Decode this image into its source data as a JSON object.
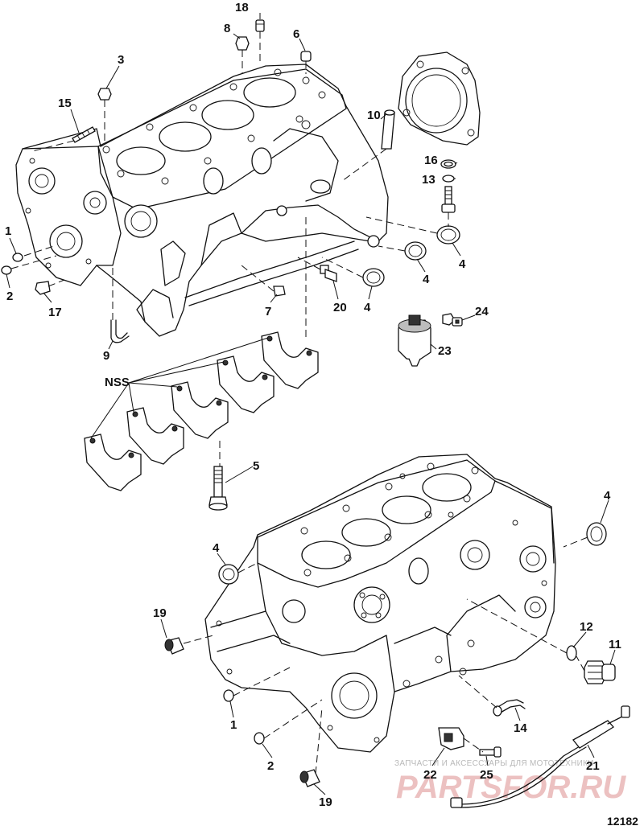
{
  "figure_number": "12182",
  "callouts": {
    "c18": "18",
    "c8": "8",
    "c6": "6",
    "c3": "3",
    "c15": "15",
    "c10": "10",
    "c16": "16",
    "c13": "13",
    "c1a": "1",
    "c2a": "2",
    "c17": "17",
    "c4a": "4",
    "c4b": "4",
    "c4c": "4",
    "c7": "7",
    "c20": "20",
    "c24": "24",
    "c23": "23",
    "c9": "9",
    "nss": "NSS",
    "c5": "5",
    "c4d": "4",
    "c4e": "4",
    "c19a": "19",
    "c12": "12",
    "c11": "11",
    "c1b": "1",
    "c14": "14",
    "c2b": "2",
    "c21": "21",
    "c22": "22",
    "c25": "25",
    "c19b": "19"
  },
  "watermark": {
    "tagline": "ЗАПЧАСТИ И АКСЕССУАРЫ ДЛЯ МОТОТЕХНИКИ",
    "brand": "PARTSFOR.RU"
  }
}
